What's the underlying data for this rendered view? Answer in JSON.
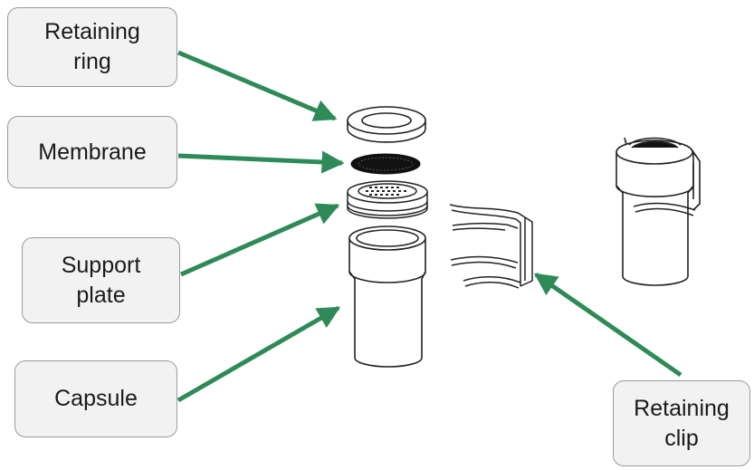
{
  "labels": {
    "retaining_ring": {
      "line1": "Retaining",
      "line2": "ring"
    },
    "membrane": {
      "line1": "Membrane"
    },
    "support_plate": {
      "line1": "Support",
      "line2": "plate"
    },
    "capsule": {
      "line1": "Capsule"
    },
    "retaining_clip": {
      "line1": "Retaining",
      "line2": "clip"
    }
  },
  "colors": {
    "arrow": "#2e8b57",
    "box_fill": "#f2f2f2",
    "box_border": "#9a9a9a",
    "line_art": "#222222"
  }
}
